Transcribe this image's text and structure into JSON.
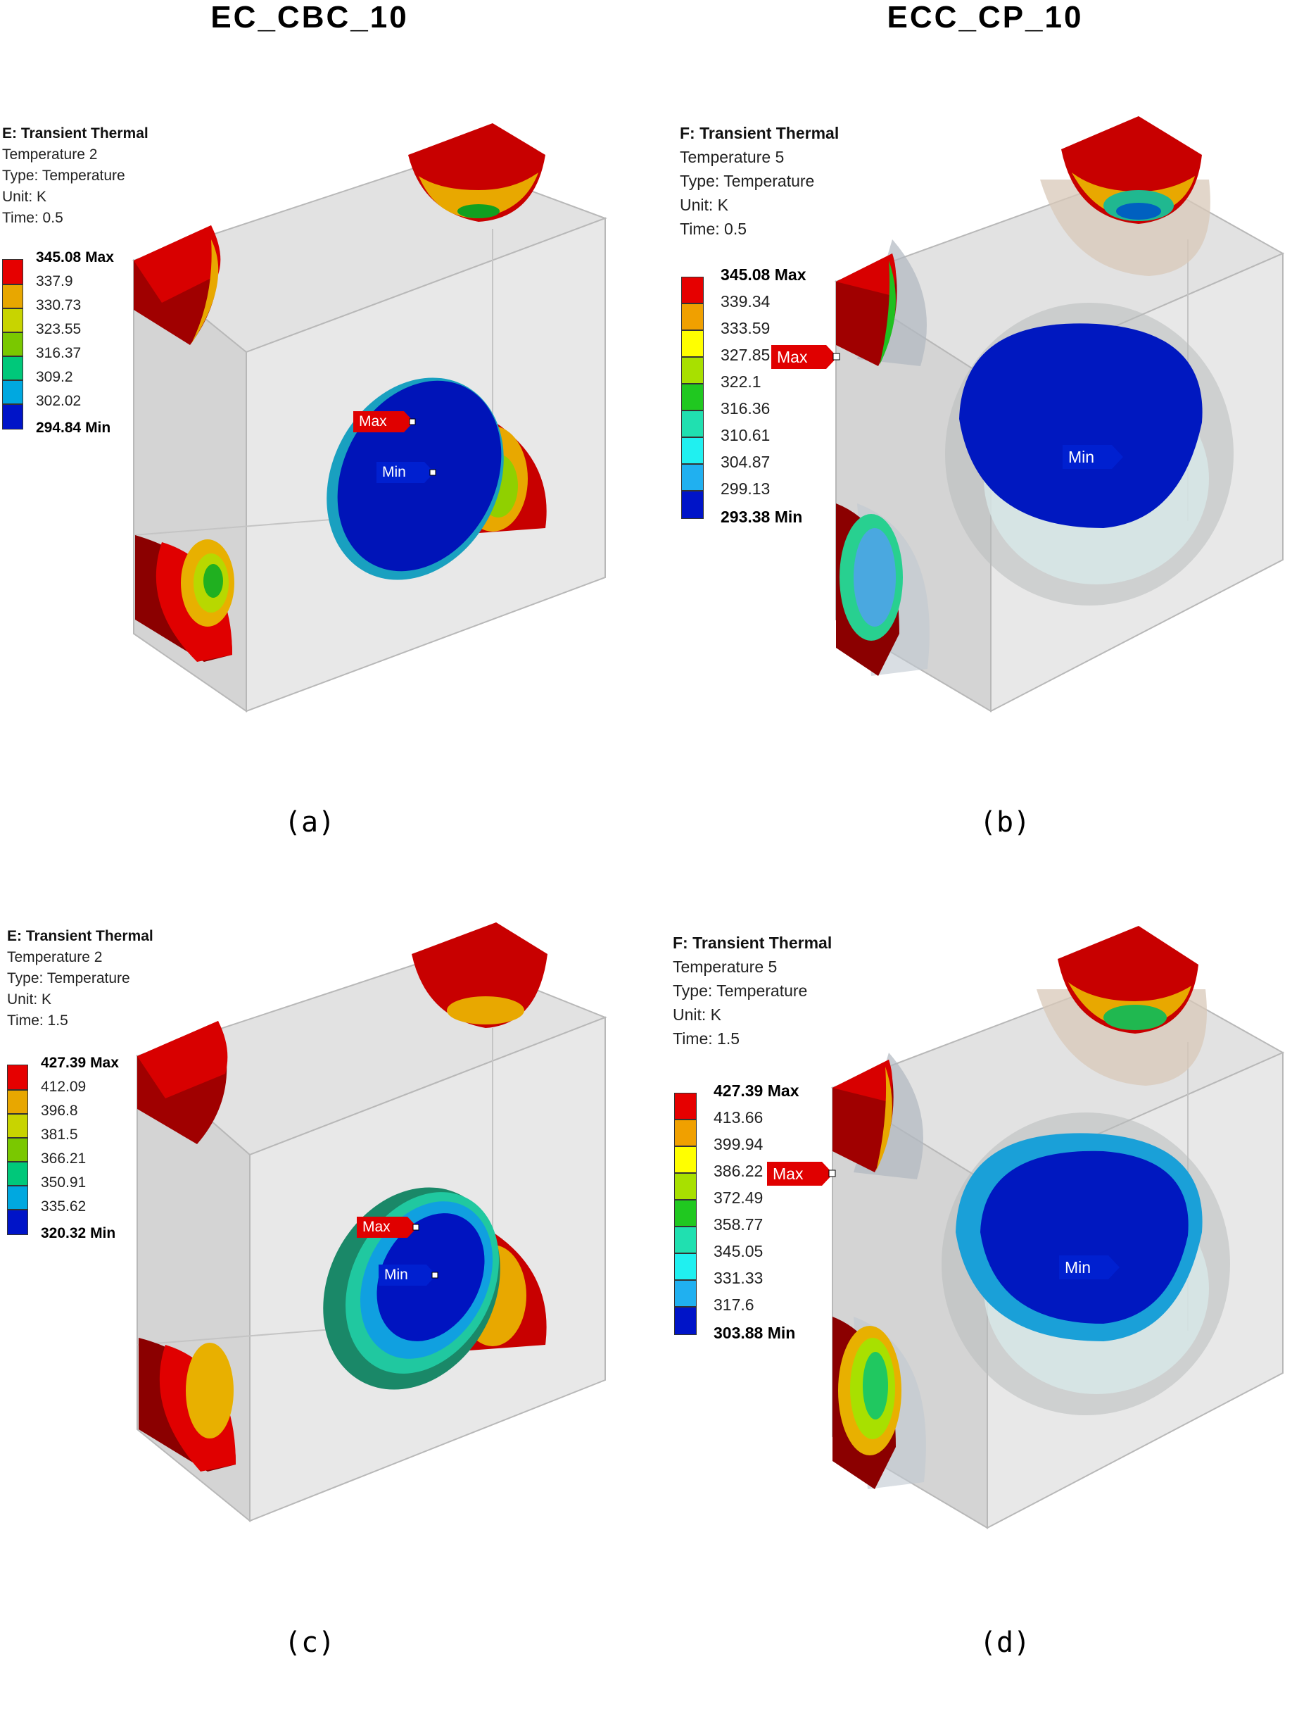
{
  "columns": [
    "EC_CBC_10",
    "ECC_CP_10"
  ],
  "colors": {
    "scale_a": [
      "#e60000",
      "#e8a700",
      "#c8d400",
      "#7ac800",
      "#00c87a",
      "#00a8e0",
      "#0014c8"
    ],
    "scale_b": [
      "#e60000",
      "#f0a000",
      "#ffff00",
      "#a8e000",
      "#20c820",
      "#20e0b0",
      "#20f0f0",
      "#20b0f0",
      "#0014c8"
    ],
    "probe_max": "#e00000",
    "probe_min": "#0020d0",
    "hot": "#cc0000",
    "cool": "#0010b8"
  },
  "panels": [
    {
      "caption": "(a)",
      "title": "E: Transient Thermal",
      "lines": [
        "Temperature 2",
        "Type: Temperature",
        "Unit: K",
        "Time: 0.5"
      ],
      "legend": [
        "345.08 Max",
        "337.9",
        "330.73",
        "323.55",
        "316.37",
        "309.2",
        "302.02",
        "294.84 Min"
      ],
      "probes": {
        "max": "Max",
        "min": "Min"
      }
    },
    {
      "caption": "(b)",
      "title": "F: Transient Thermal",
      "lines": [
        "Temperature 5",
        "Type: Temperature",
        "Unit: K",
        "Time: 0.5"
      ],
      "legend": [
        "345.08 Max",
        "339.34",
        "333.59",
        "327.85",
        "322.1",
        "316.36",
        "310.61",
        "304.87",
        "299.13",
        "293.38 Min"
      ],
      "probes": {
        "max": "Max",
        "min": "Min"
      }
    },
    {
      "caption": "(c)",
      "title": "E: Transient Thermal",
      "lines": [
        "Temperature 2",
        "Type: Temperature",
        "Unit: K",
        "Time: 1.5"
      ],
      "legend": [
        "427.39 Max",
        "412.09",
        "396.8",
        "381.5",
        "366.21",
        "350.91",
        "335.62",
        "320.32 Min"
      ],
      "probes": {
        "max": "Max",
        "min": "Min"
      }
    },
    {
      "caption": "(d)",
      "title": "F: Transient Thermal",
      "lines": [
        "Temperature 5",
        "Type: Temperature",
        "Unit: K",
        "Time: 1.5"
      ],
      "legend": [
        "427.39 Max",
        "413.66",
        "399.94",
        "386.22",
        "372.49",
        "358.77",
        "345.05",
        "331.33",
        "317.6",
        "303.88 Min"
      ],
      "probes": {
        "max": "Max",
        "min": "Min"
      }
    }
  ]
}
